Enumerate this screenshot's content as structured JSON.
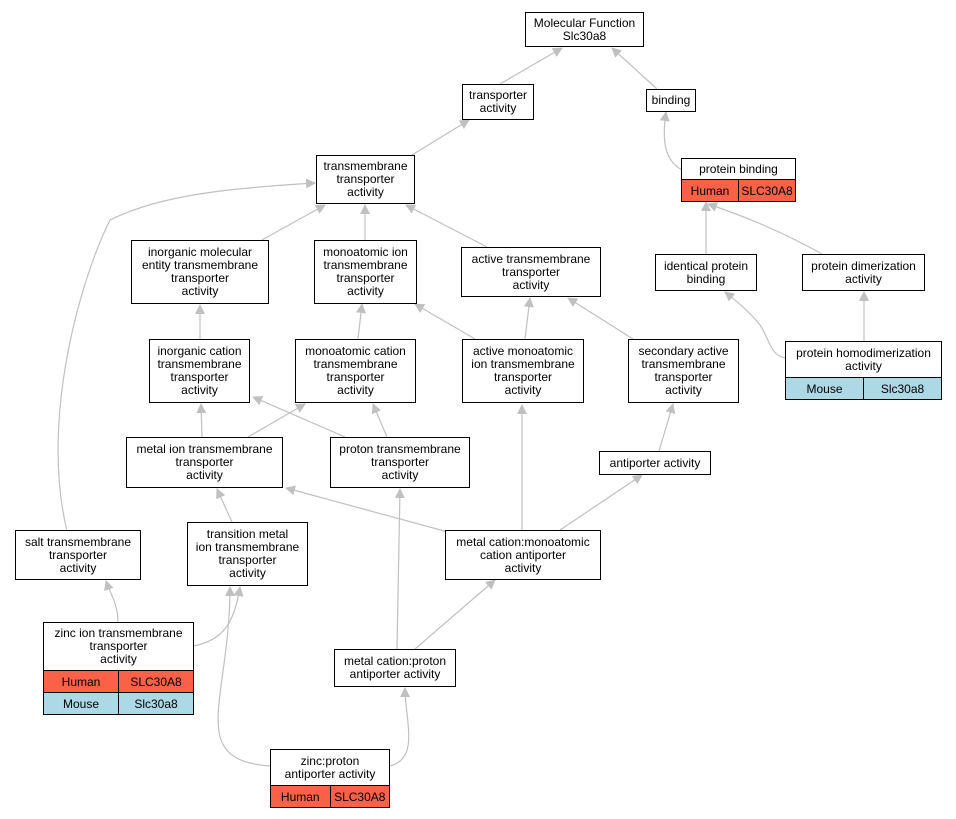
{
  "nodes": {
    "molecular_function": {
      "label": "Molecular Function\nSlc30a8"
    },
    "transporter_activity": {
      "label": "transporter\nactivity"
    },
    "binding": {
      "label": "binding"
    },
    "protein_binding": {
      "label": "protein binding",
      "rows": [
        [
          "Human",
          "SLC30A8"
        ]
      ]
    },
    "transmembrane_transporter": {
      "label": "transmembrane\ntransporter\nactivity"
    },
    "inorganic_molecular_entity": {
      "label": "inorganic molecular\nentity transmembrane\ntransporter\nactivity"
    },
    "monoatomic_ion": {
      "label": "monoatomic ion\ntransmembrane\ntransporter\nactivity"
    },
    "active_transmembrane": {
      "label": "active transmembrane\ntransporter\nactivity"
    },
    "identical_protein_binding": {
      "label": "identical protein\nbinding"
    },
    "protein_dimerization": {
      "label": "protein dimerization\nactivity"
    },
    "inorganic_cation": {
      "label": "inorganic cation\ntransmembrane\ntransporter\nactivity"
    },
    "monoatomic_cation": {
      "label": "monoatomic cation\ntransmembrane\ntransporter\nactivity"
    },
    "active_monoatomic_ion": {
      "label": "active monoatomic\nion transmembrane\ntransporter\nactivity"
    },
    "secondary_active": {
      "label": "secondary active\ntransmembrane\ntransporter\nactivity"
    },
    "protein_homodimerization": {
      "label": "protein homodimerization\nactivity",
      "rows": [
        [
          "Mouse",
          "Slc30a8"
        ]
      ]
    },
    "metal_ion": {
      "label": "metal ion transmembrane\ntransporter\nactivity"
    },
    "proton_transmembrane": {
      "label": "proton transmembrane\ntransporter\nactivity"
    },
    "antiporter": {
      "label": "antiporter activity"
    },
    "salt_transmembrane": {
      "label": "salt transmembrane\ntransporter\nactivity"
    },
    "transition_metal": {
      "label": "transition metal\nion transmembrane\ntransporter\nactivity"
    },
    "metal_cation_monoatomic": {
      "label": "metal cation:monoatomic\ncation antiporter\nactivity"
    },
    "zinc_ion": {
      "label": "zinc ion transmembrane\ntransporter\nactivity",
      "rows": [
        [
          "Human",
          "SLC30A8"
        ],
        [
          "Mouse",
          "Slc30a8"
        ]
      ]
    },
    "metal_cation_proton": {
      "label": "metal cation:proton\nantiporter activity"
    },
    "zinc_proton": {
      "label": "zinc:proton\nantiporter activity",
      "rows": [
        [
          "Human",
          "SLC30A8"
        ]
      ]
    }
  },
  "colors": {
    "human": "#fa6146",
    "mouse": "#add8e6",
    "edge": "#c0c0c0"
  }
}
